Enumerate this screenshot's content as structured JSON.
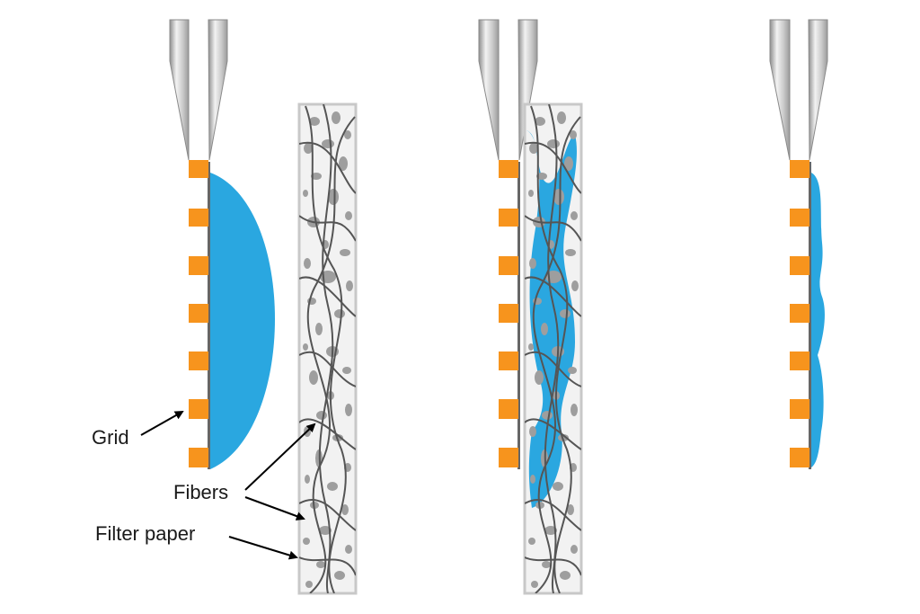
{
  "labels": {
    "grid": "Grid",
    "fibers": "Fibers",
    "filter_paper": "Filter paper"
  },
  "colors": {
    "grid": "#f7941d",
    "liquid": "#2aa7e0",
    "paper_fill": "#f2f2f2",
    "paper_border": "#c8c8c8",
    "fiber": "#555555",
    "pore": "#9e9e9e",
    "tweezers": "#c4c4c4"
  },
  "panels": [
    {
      "stage": "before-blotting",
      "liquid": "thick-meniscus",
      "filter_paper": "separate"
    },
    {
      "stage": "during-blotting",
      "liquid": "absorbed-into-paper",
      "filter_paper": "in-contact"
    },
    {
      "stage": "after-blotting",
      "liquid": "thin-film",
      "filter_paper": "none"
    }
  ],
  "icons": [
    "tweezers-icon",
    "grid-icon",
    "filter-paper-icon",
    "liquid-icon",
    "arrow-icon"
  ]
}
